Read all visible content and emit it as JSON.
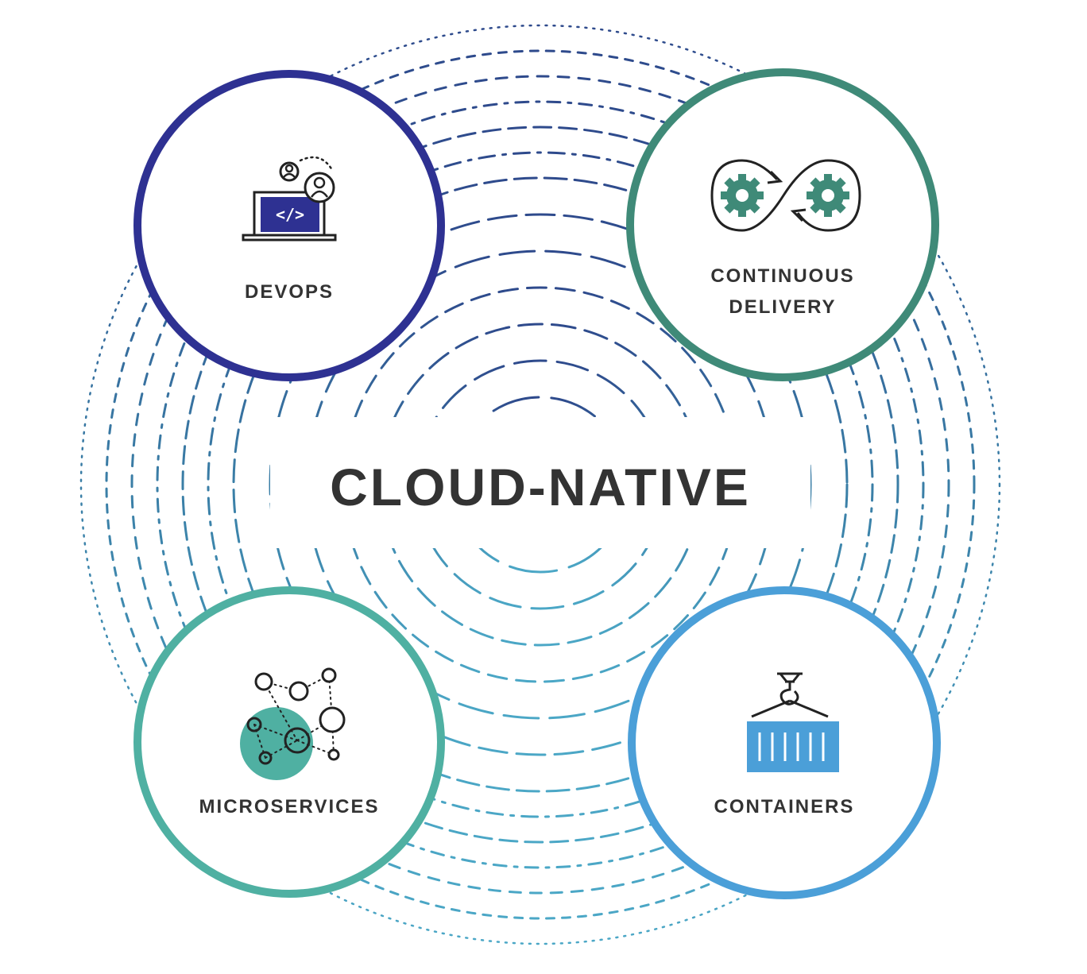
{
  "diagram": {
    "center_label": "CLOUD-NATIVE",
    "nodes": [
      {
        "id": "devops",
        "label_lines": [
          "DEVOPS"
        ],
        "color": "#2e3192",
        "icon": "laptop-code-users-icon"
      },
      {
        "id": "continuous-delivery",
        "label_lines": [
          "CONTINUOUS",
          "DELIVERY"
        ],
        "color": "#3f8a78",
        "icon": "gears-infinity-loop-icon"
      },
      {
        "id": "microservices",
        "label_lines": [
          "MICROSERVICES"
        ],
        "color": "#4fb0a2",
        "icon": "node-network-icon"
      },
      {
        "id": "containers",
        "label_lines": [
          "CONTAINERS"
        ],
        "color": "#4b9fd8",
        "icon": "crane-container-icon"
      }
    ],
    "ring_colors": {
      "top": "#2e4a8c",
      "bottom": "#4ba7c6"
    },
    "text_color": "#333333"
  }
}
